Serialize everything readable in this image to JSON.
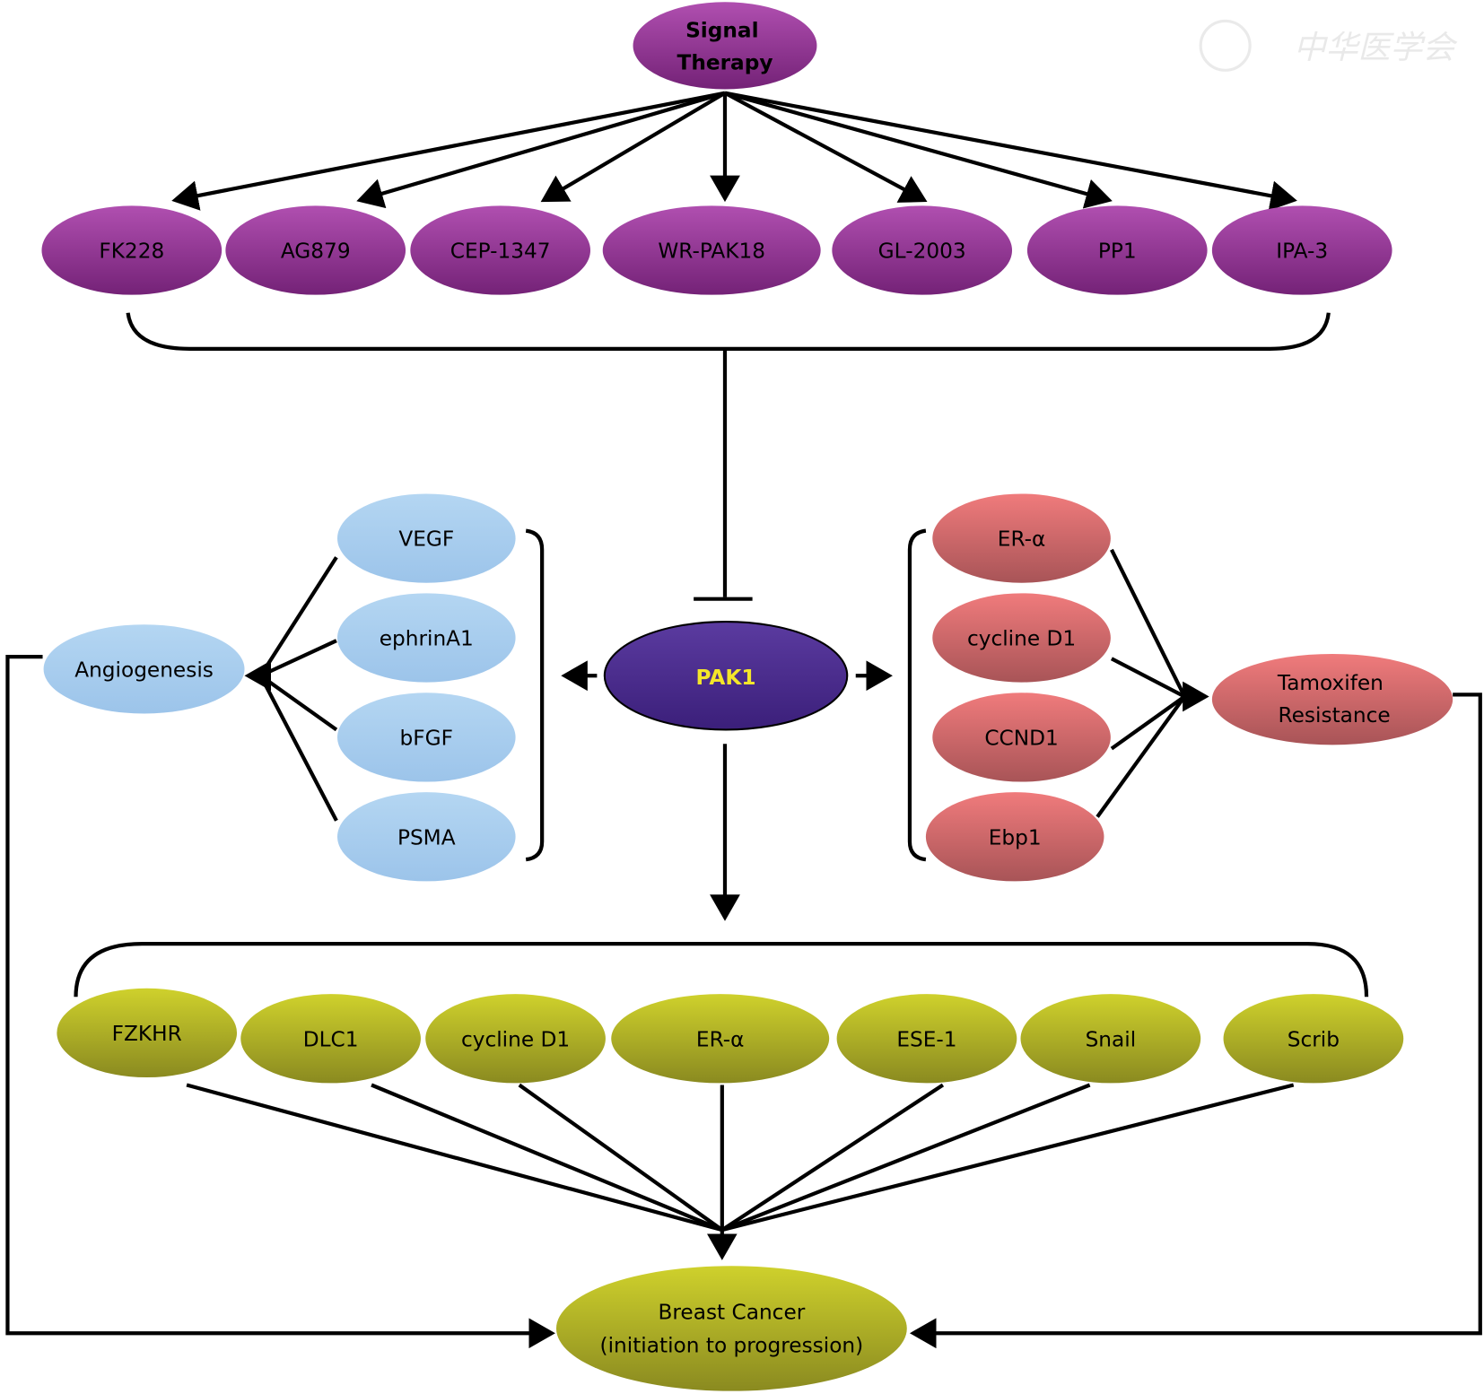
{
  "colors": {
    "purple": "#8e2f93",
    "pak1": "#4a2a8e",
    "pak1_text": "#f4e62a",
    "blue": "#a9cdee",
    "red": "#e06d70",
    "green": "#b9bb24"
  },
  "top": {
    "line1": "Signal",
    "line2": "Therapy"
  },
  "inhibitors": [
    "FK228",
    "AG879",
    "CEP-1347",
    "WR-PAK18",
    "GL-2003",
    "PP1",
    "IPA-3"
  ],
  "center": "PAK1",
  "angiogenesis": {
    "label": "Angiogenesis",
    "factors": [
      "VEGF",
      "ephrinA1",
      "bFGF",
      "PSMA"
    ]
  },
  "tamoxifen": {
    "line1": "Tamoxifen",
    "line2": "Resistance",
    "factors": [
      "ER-α",
      "cycline D1",
      "CCND1",
      "Ebp1"
    ]
  },
  "targets": [
    "FZKHR",
    "DLC1",
    "cycline D1",
    "ER-α",
    "ESE-1",
    "Snail",
    "Scrib"
  ],
  "outcome": {
    "line1": "Breast Cancer",
    "line2": "(initiation to progression)"
  },
  "watermark": "中华医学会"
}
